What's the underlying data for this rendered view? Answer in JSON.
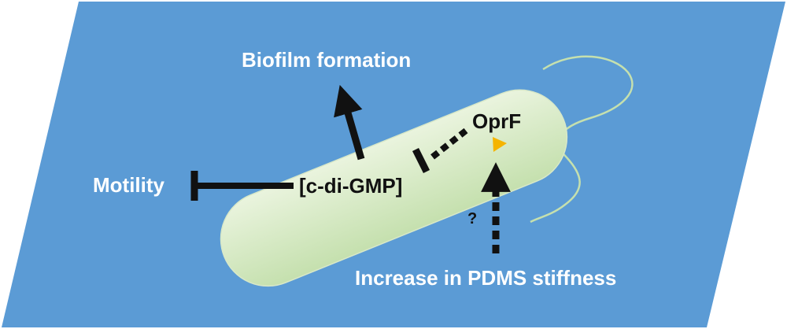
{
  "labels": {
    "biofilm": "Biofilm formation",
    "motility": "Motility",
    "cdigmp": "[c-di-GMP]",
    "oprf": "OprF",
    "question": "?",
    "stiffness": "Increase in PDMS stiffness"
  },
  "colors": {
    "substrate": "#5B9BD5",
    "cell_fill_light": "#EAF4DE",
    "cell_fill_dark": "#C5E0AE",
    "flagellum": "#C5E0AE",
    "oprf_marker": "#F5B400",
    "arrow": "#111111",
    "label_white": "#FFFFFF"
  }
}
